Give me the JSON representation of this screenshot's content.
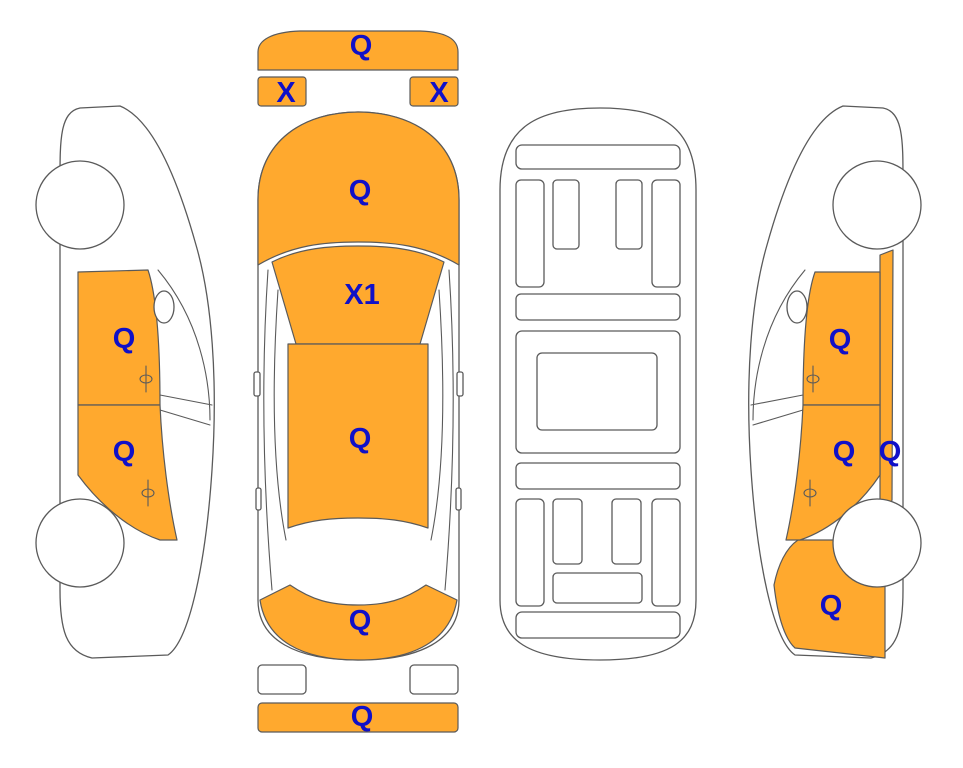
{
  "colors": {
    "damaged_panel": "#FFA92E",
    "label": "#1010C8",
    "outline": "#5a5a5a"
  },
  "labels": {
    "front_bumper": "Q",
    "left_headlight": "X",
    "right_headlight": "X",
    "hood": "Q",
    "windshield": "X1",
    "roof": "Q",
    "trunk_lid": "Q",
    "rear_bumper": "Q",
    "left_front_door": "Q",
    "left_rear_door": "Q",
    "right_front_door": "Q",
    "right_rear_door": "Q",
    "right_b_pillar": "Q",
    "right_rear_quarter": "Q"
  }
}
